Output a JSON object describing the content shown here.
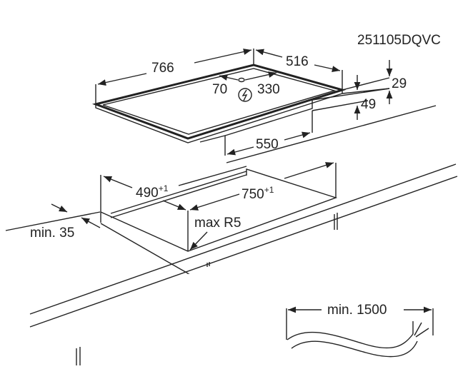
{
  "drawing_code": "251105DQVC",
  "hob_dimensions": {
    "width": "766",
    "depth": "516",
    "height_total": "29",
    "height_under": "49",
    "body_width": "550",
    "connection_left": "70",
    "connection_right": "330"
  },
  "cutout": {
    "depth": "490",
    "depth_tol": "+1",
    "width": "750",
    "width_tol": "+1",
    "corner_radius": "max R5",
    "min_front_distance": "min. 35"
  },
  "cable": {
    "min_length": "min. 1500"
  },
  "icons": {
    "electric": "lightning-in-circle-icon"
  }
}
